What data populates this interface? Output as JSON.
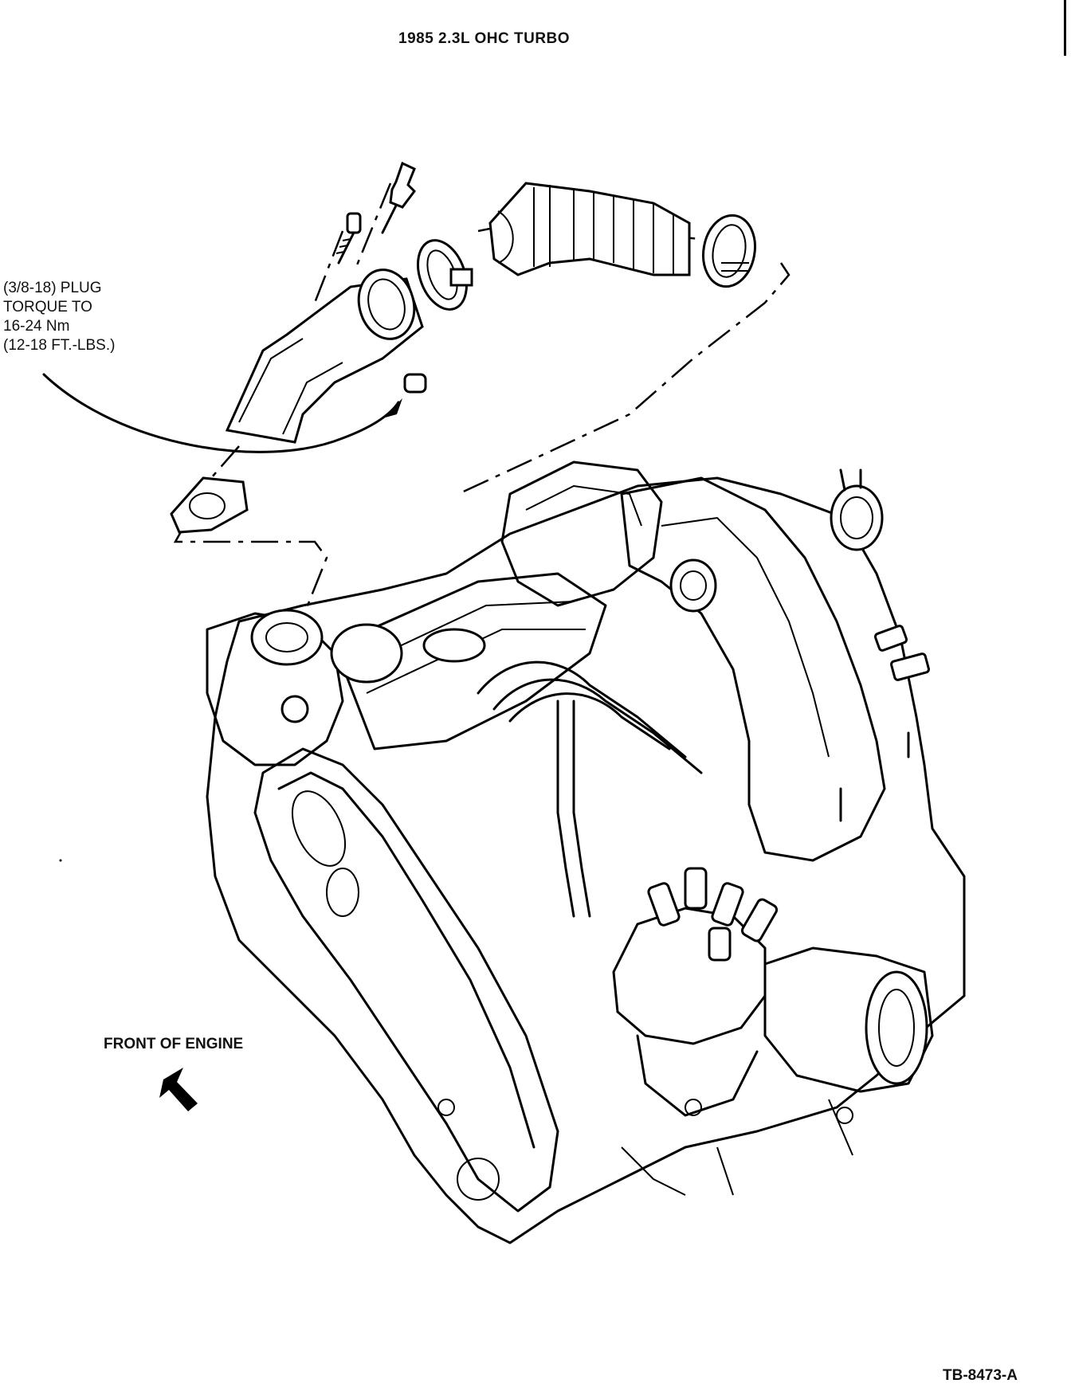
{
  "diagram": {
    "title": "1985 2.3L OHC TURBO",
    "callout": {
      "lines": [
        "(3/8-18) PLUG",
        "TORQUE TO",
        "16-24 Nm",
        "(12-18 FT.-LBS.)"
      ]
    },
    "front_label": "FRONT OF ENGINE",
    "figure_id": "TB-8473-A"
  }
}
